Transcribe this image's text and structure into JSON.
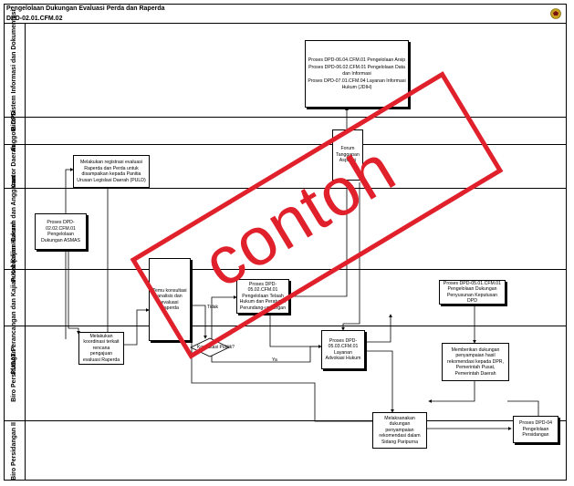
{
  "header": {
    "title": "Pengelolaan Dukungan Evaluasi Perda dan Raperda",
    "code": "DPD-02.01.CFM.02"
  },
  "lanes": [
    "Biro Sistem Informasi dan Dokumentasi",
    "Anggota DPD",
    "Kantor Daerah",
    "Pusat Kajian Daerah dan Anggaran",
    "PUSAT Perancangan dan Kajian Kebijakan Hukum",
    "Biro Persidangan I",
    "Biro Persidangan II"
  ],
  "nodes": {
    "sisdok": [
      "Proses DPD-06.04.CFM.01 Pengelolaan Arsip",
      "Proses DPD-06.02.CFM.01 Pengelolaan Data dan Informasi",
      "Proses DPD-07.01.CFM.04 Layanan Informasi Hukum (JDIH)"
    ],
    "forum": "Forum Tanggapan Aspirasi",
    "kantor_daerah": "Melakukan registrasi evaluasi Raperda dan Perda untuk disampaikan kepada Panitia Urusan Legislasi Daerah (PULD)",
    "pkda": "Proses DPD-02.02.CFM.01 Pengelolaan Dukungan ASMAS",
    "temu": "Temu konsultasi analisis dan evaluasi Raperda",
    "telaah": "Proses DPD-05.02.CFM.01 Pengelolaan Telaah Hukum dan Peraturan Perundang-undangan",
    "diskusi": "Proses DPD-05.01.CFM.01 Pengelolaan Dukungan Penyusunan Keputusan DPD",
    "koordinasi": "Melakukan koordinasi terkait rencana pengajuan evaluasi Raperda",
    "konsultasi": "Konsultasi Publik?",
    "advokasi": "Proses DPD-05.03.CFM.01 Layanan Advokasi Hukum",
    "memberikan": "Memberikan dukungan penyampaian hasil rekomendasi kepada DPR, Pemerintah Pusat, Pemerintah Daerah",
    "menyampaikan": "Melaksanakan dukungan penyampaian rekomendasi dalam Sidang Paripurna",
    "persidangan": "Proses DPD-04 Pengelolaan Persidangan"
  },
  "labels": {
    "tidak": "Tidak",
    "ya": "Ya"
  },
  "watermark": "contoh"
}
